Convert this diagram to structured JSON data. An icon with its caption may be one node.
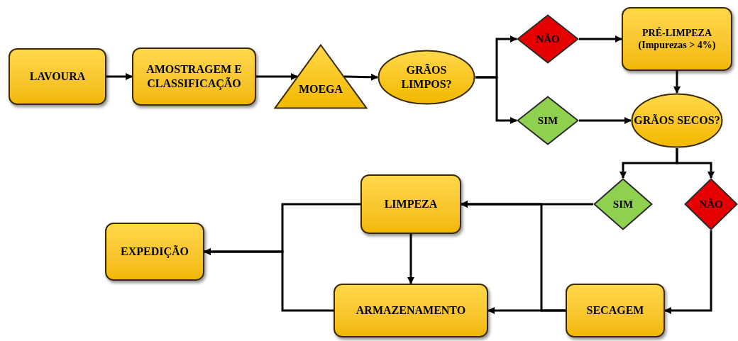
{
  "diagram": {
    "nodes": [
      {
        "text": [
          "LAVOURA"
        ]
      },
      {
        "text": [
          "AMOSTRAGEM E CLASSIFICAÇÃO"
        ]
      },
      {
        "text": [
          "MOEGA"
        ]
      },
      {
        "text": [
          "GRÃOS LIMPOS?"
        ]
      },
      {
        "text": [
          "NÃO"
        ]
      },
      {
        "text": [
          "PRÉ-LIMPEZA (Impurezas > 4%)"
        ]
      },
      {
        "text": [
          "SIM"
        ]
      },
      {
        "text": [
          "GRÃOS SECOS?"
        ]
      },
      {
        "text": [
          "SIM"
        ]
      },
      {
        "text": [
          "NÃO"
        ]
      },
      {
        "text": [
          "LIMPEZA"
        ]
      },
      {
        "text": [
          "EXPEDIÇÃO"
        ]
      },
      {
        "text": [
          "ARMAZENAMENTO"
        ]
      },
      {
        "text": [
          "SECAGEM"
        ]
      }
    ],
    "edges": [
      {
        "from": 0,
        "to": 1,
        "arrow": "to"
      },
      {
        "from": 1,
        "to": 2,
        "arrow": "to"
      },
      {
        "from": 2,
        "to": 3,
        "arrow": "to"
      },
      {
        "from": 3,
        "to": 4,
        "arrow": "to"
      },
      {
        "from": 3,
        "to": 6,
        "arrow": "to"
      },
      {
        "from": 4,
        "to": 5,
        "arrow": "to"
      },
      {
        "from": 5,
        "to": 7,
        "arrow": "to"
      },
      {
        "from": 6,
        "to": 7,
        "arrow": "to"
      },
      {
        "from": 7,
        "to": 8,
        "arrow": "to"
      },
      {
        "from": 7,
        "to": 9,
        "arrow": "to"
      },
      {
        "from": 8,
        "to": 10,
        "arrow": "to"
      },
      {
        "from": 9,
        "to": 13,
        "arrow": "to"
      },
      {
        "from": 13,
        "to": 12,
        "arrow": "to"
      },
      {
        "from": 13,
        "to": 10,
        "arrow": "to"
      },
      {
        "from": 10,
        "to": 12,
        "arrow": "to"
      },
      {
        "from": 10,
        "to": 11,
        "arrow": "to"
      },
      {
        "from": 12,
        "to": 11,
        "arrow": "to"
      }
    ]
  }
}
